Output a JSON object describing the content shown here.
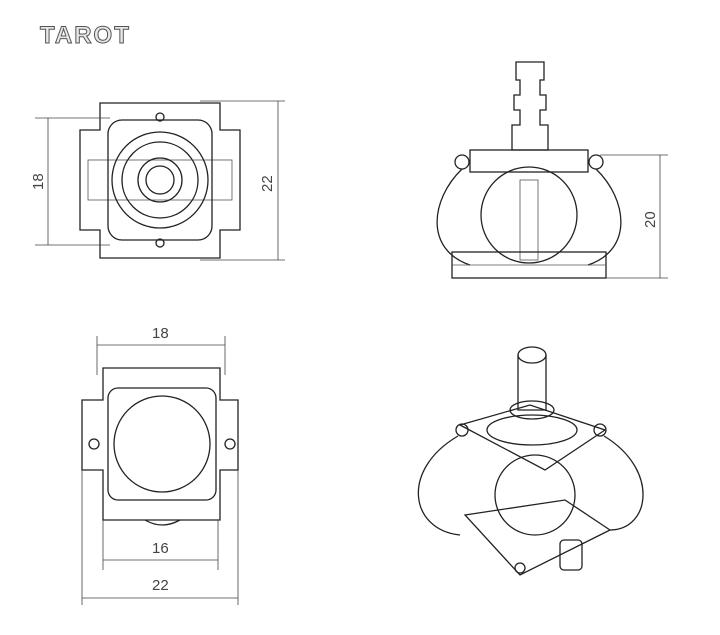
{
  "logo": {
    "text": "TAROT"
  },
  "views": {
    "top": {
      "dim_width": "18",
      "dim_height": "22"
    },
    "side": {
      "dim_height": "20"
    },
    "bottom": {
      "dim_top": "18",
      "dim_inner": "16",
      "dim_overall": "22"
    }
  }
}
